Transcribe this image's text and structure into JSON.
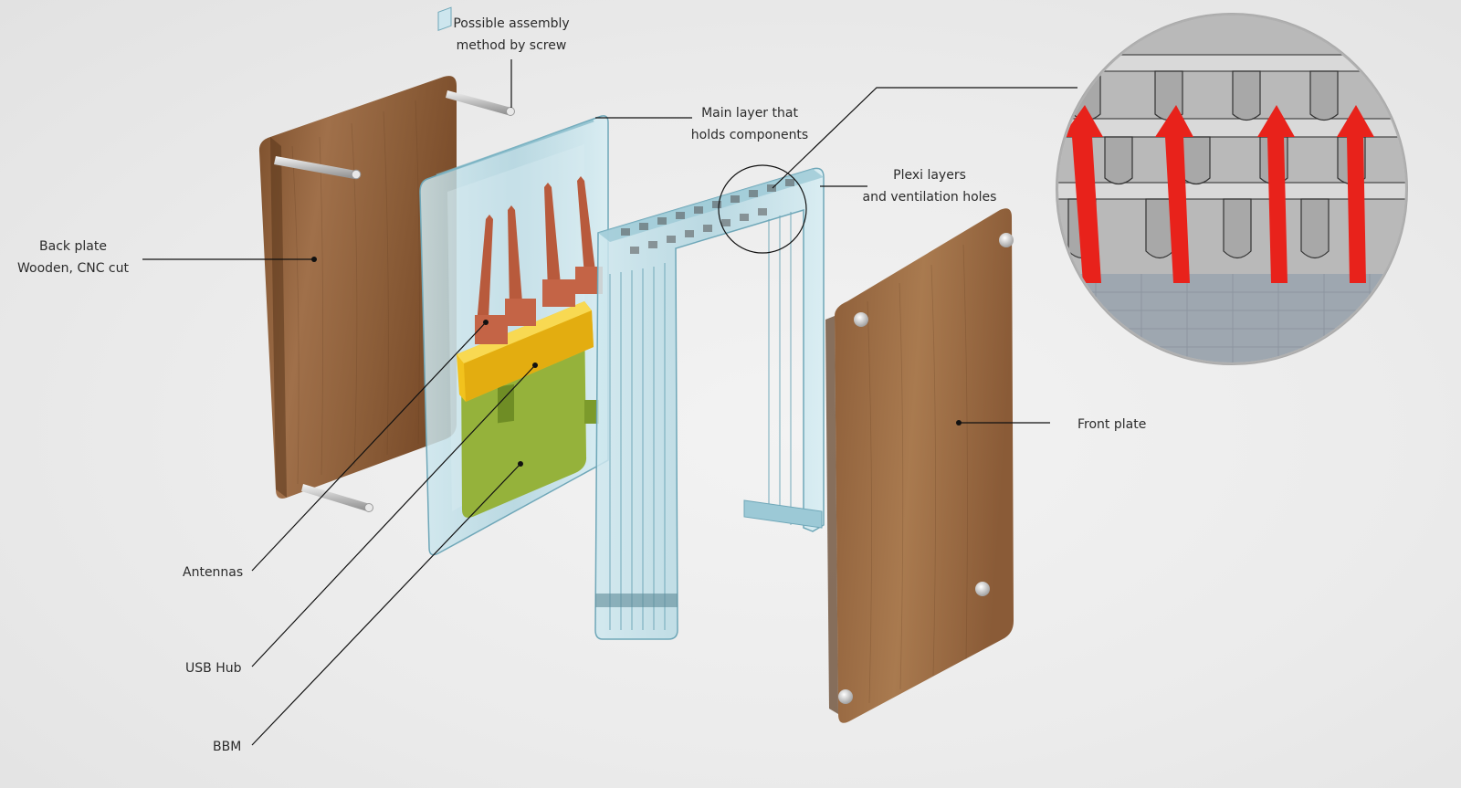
{
  "labels": {
    "screw": [
      "Possible assembly",
      "method by screw"
    ],
    "main_layer": [
      "Main layer that",
      "holds components"
    ],
    "plexi": [
      "Plexi layers",
      "and ventilation holes"
    ],
    "back_plate": [
      "Back plate",
      "Wooden, CNC cut"
    ],
    "front_plate": "Front plate",
    "antennas": "Antennas",
    "usb_hub": "USB Hub",
    "bbm": "BBM"
  },
  "colors": {
    "wood_light": "#a8784c",
    "wood_dark": "#6e4526",
    "acrylic": "#b7dbe6",
    "acrylic_edge": "#6fa7b8",
    "antenna": "#b85a3c",
    "usb_hub": "#f2c21d",
    "board": "#95b23b",
    "ventilation_arrow": "#e8221b",
    "leader_line": "#111111"
  },
  "icons": {
    "arrows": "airflow-arrow-icon",
    "screw": "screw-icon"
  }
}
